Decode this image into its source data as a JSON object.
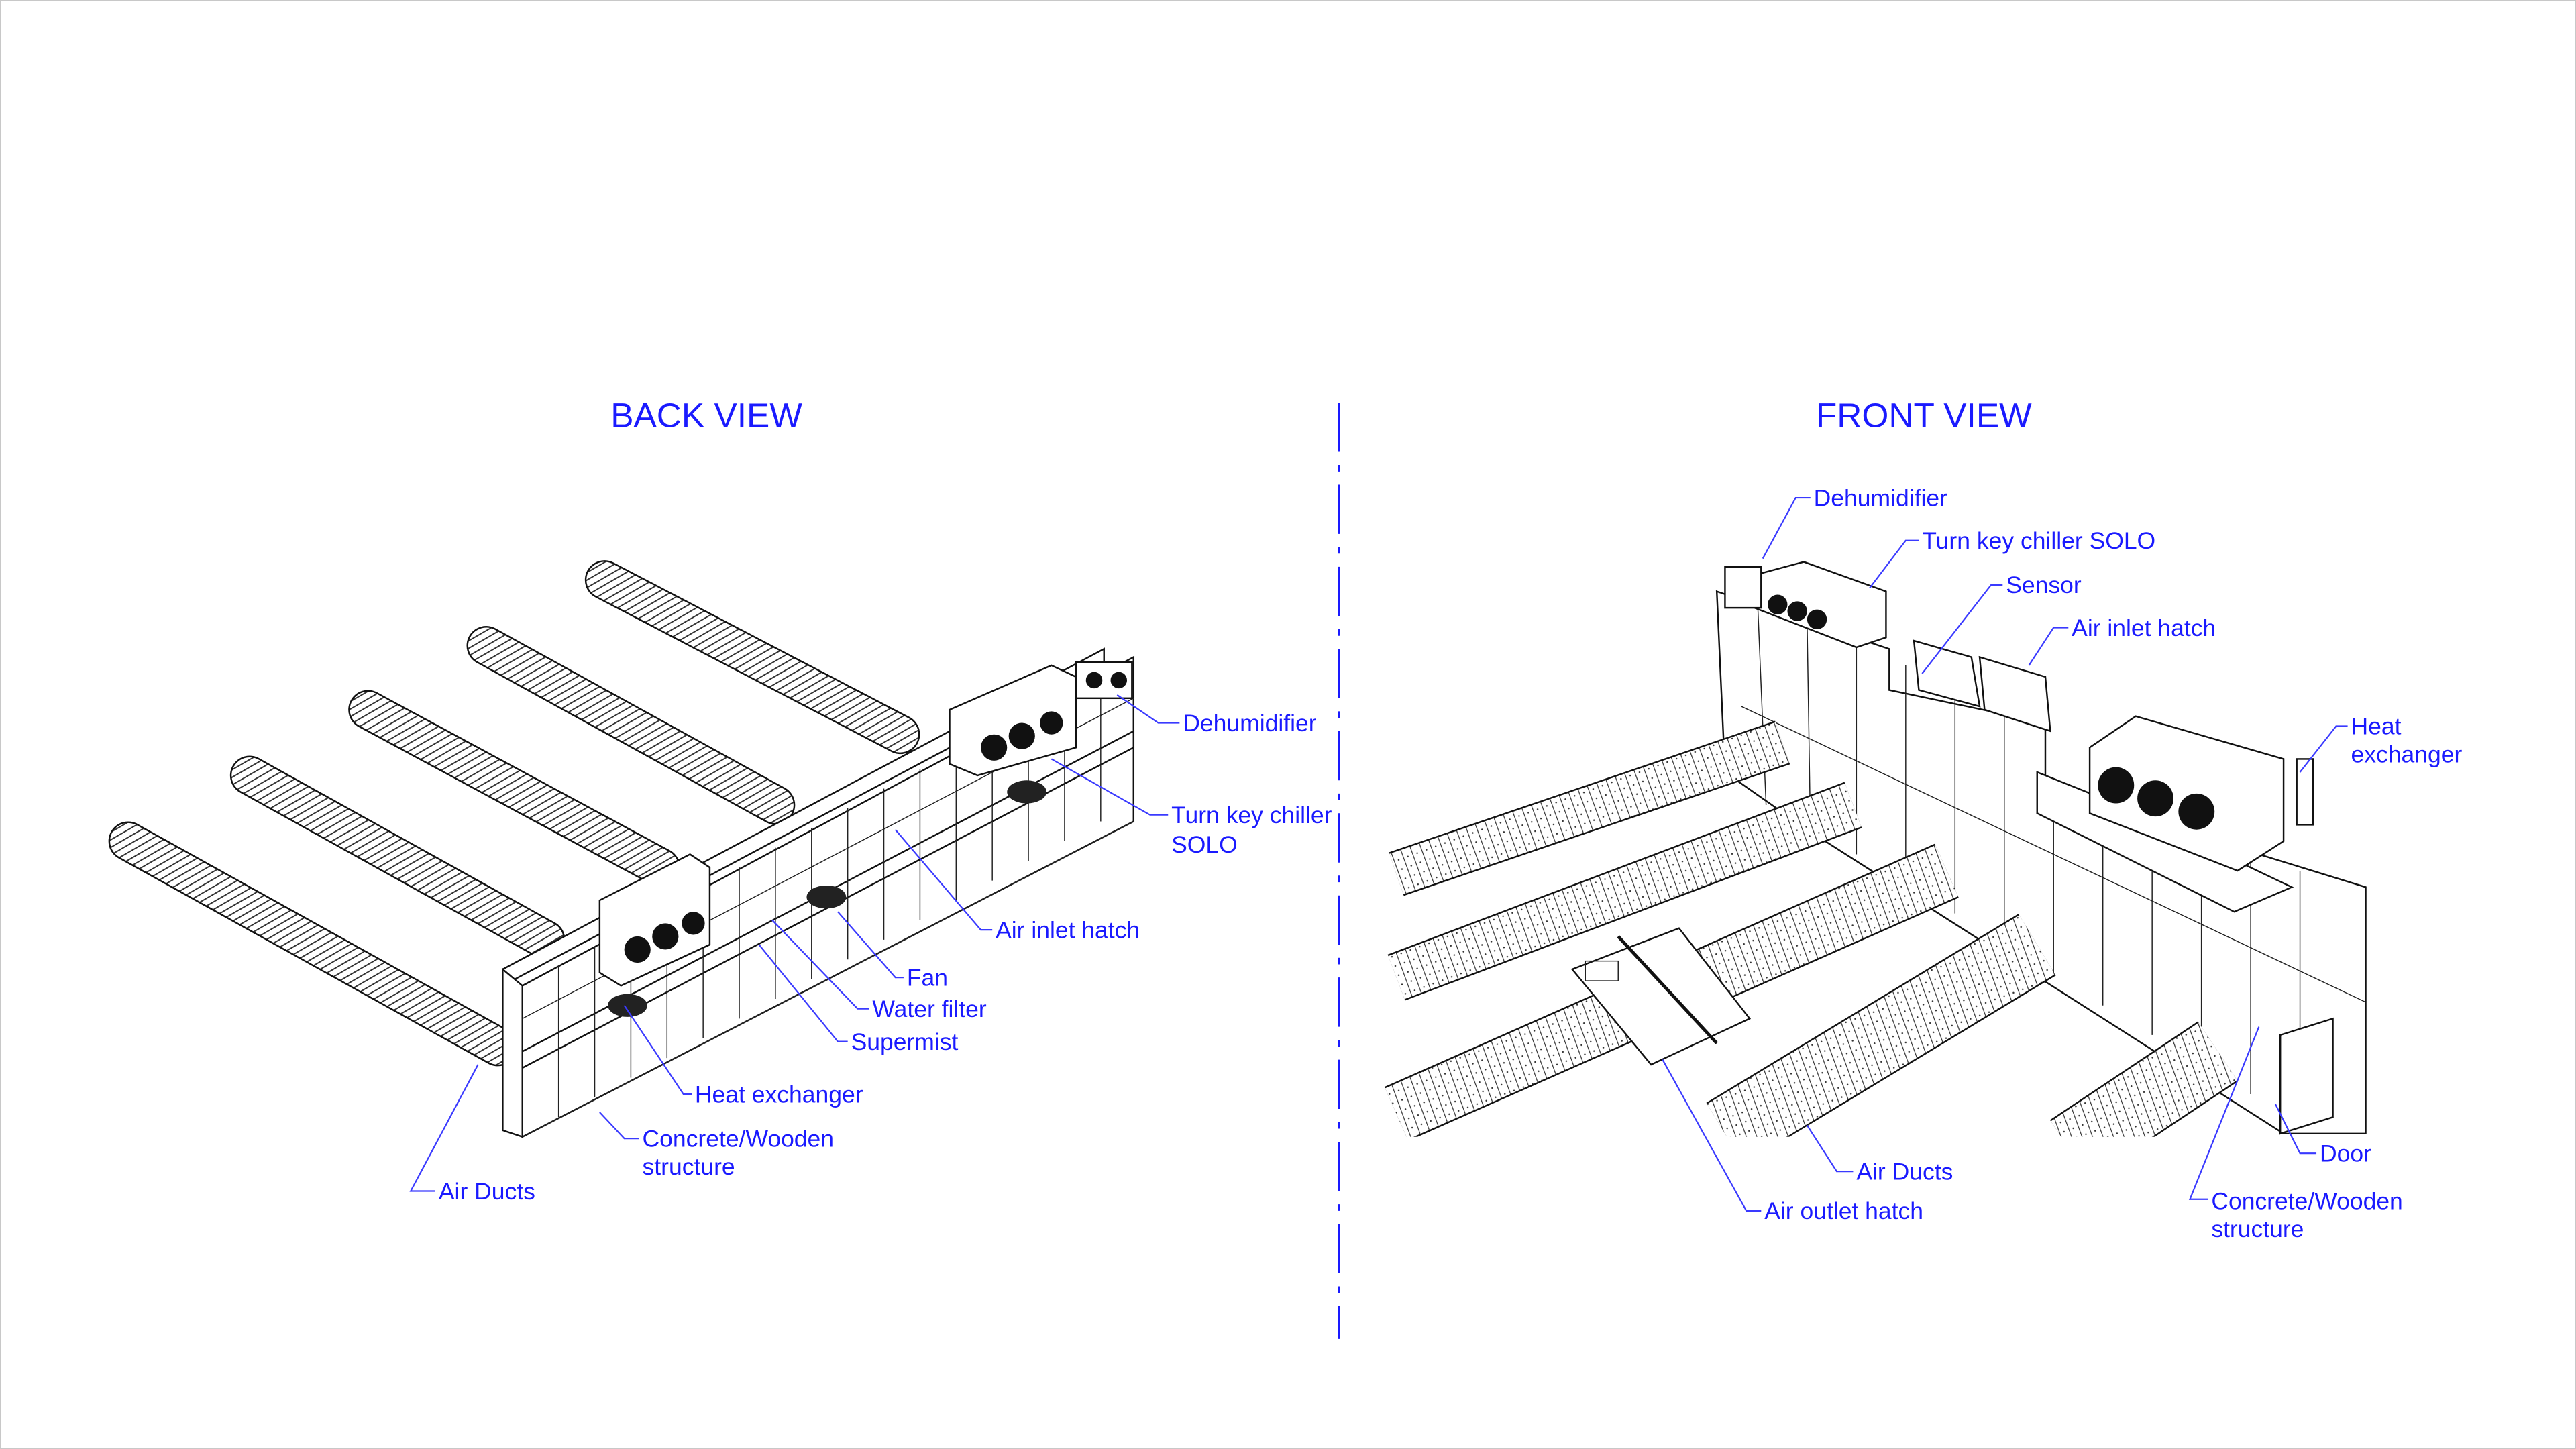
{
  "back_view": {
    "title": "BACK VIEW",
    "labels": {
      "dehumidifier": "Dehumidifier",
      "chiller_line1": "Turn key chiller",
      "chiller_line2": "SOLO",
      "air_inlet_hatch": "Air inlet hatch",
      "fan": "Fan",
      "water_filter": "Water filter",
      "supermist": "Supermist",
      "heat_exchanger": "Heat exchanger",
      "structure_line1": "Concrete/Wooden",
      "structure_line2": "structure",
      "air_ducts": "Air Ducts"
    }
  },
  "front_view": {
    "title": "FRONT VIEW",
    "labels": {
      "dehumidifier": "Dehumidifier",
      "chiller": "Turn key chiller SOLO",
      "sensor": "Sensor",
      "air_inlet_hatch": "Air inlet hatch",
      "heat_exchanger_line1": "Heat",
      "heat_exchanger_line2": "exchanger",
      "door": "Door",
      "structure_line1": "Concrete/Wooden",
      "structure_line2": "structure",
      "air_ducts": "Air Ducts",
      "air_outlet_hatch": "Air outlet hatch"
    }
  },
  "colors": {
    "label": "#1a1aff",
    "drawing": "#111111",
    "border": "#c8c8c8"
  }
}
